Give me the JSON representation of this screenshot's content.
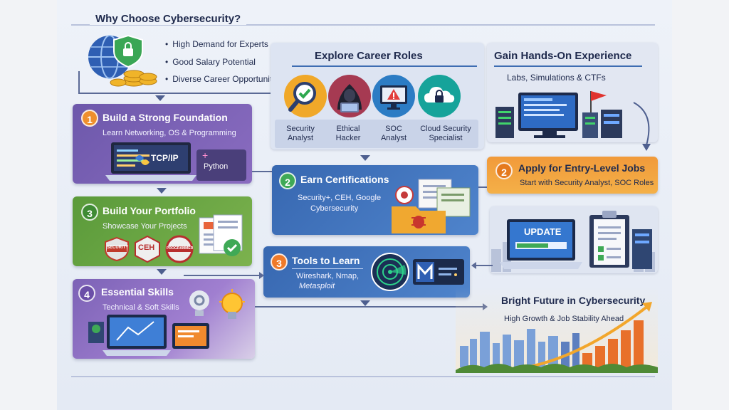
{
  "why": {
    "title": "Why Choose Cybersecurity?",
    "bullets": [
      "High Demand for Experts",
      "Good Salary Potential",
      "Diverse Career Opportunities"
    ]
  },
  "explore": {
    "title": "Explore Career Roles",
    "roles": [
      {
        "line1": "Security",
        "line2": "Analyst",
        "icon": "magnifier-check-icon"
      },
      {
        "line1": "Ethical",
        "line2": "Hacker",
        "icon": "hacker-laptop-icon"
      },
      {
        "line1": "SOC",
        "line2": "Analyst",
        "icon": "warning-monitor-icon"
      },
      {
        "line1": "Cloud Security",
        "line2": "Specialist",
        "icon": "cloud-lock-icon"
      }
    ]
  },
  "handson": {
    "title": "Gain Hands-On Experience",
    "subtitle": "Labs, Simulations & CTFs"
  },
  "foundation": {
    "num": "1",
    "title": "Build a Strong Foundation",
    "subtitle": "Learn Networking, OS & Programming",
    "monitor_text": "TCP/IP",
    "tag": "Python"
  },
  "certs": {
    "num": "2",
    "title": "Earn Certifications",
    "line1": "Security+, CEH, Google",
    "line2": "Cybersecurity"
  },
  "apply": {
    "num": "2",
    "title": "Apply for Entry-Level Jobs",
    "subtitle": "Start with Security Analyst, SOC Roles"
  },
  "portfolio": {
    "num": "3",
    "title": "Build Your Portfolio",
    "subtitle": "Showcase Your Projects",
    "badges": [
      "SECURITY",
      "CEH",
      "PROGRAMMER"
    ]
  },
  "tools": {
    "num": "3",
    "title": "Tools to Learn",
    "line1": "Wireshark, Nmap,",
    "line2": "Metasploit"
  },
  "update": {
    "screen_text": "UPDATE"
  },
  "skills": {
    "num": "4",
    "title": "Essential Skills",
    "subtitle": "Technical & Soft Skills"
  },
  "future": {
    "title": "Bright Future in Cybersecurity",
    "subtitle": "High Growth & Job Stability Ahead"
  },
  "colors": {
    "navy": "#1f2a4d",
    "purple": "#6b57a8",
    "green": "#5e9b3c",
    "blue": "#3e6db2",
    "orange": "#ee8a2e",
    "teal": "#1a9a93"
  }
}
